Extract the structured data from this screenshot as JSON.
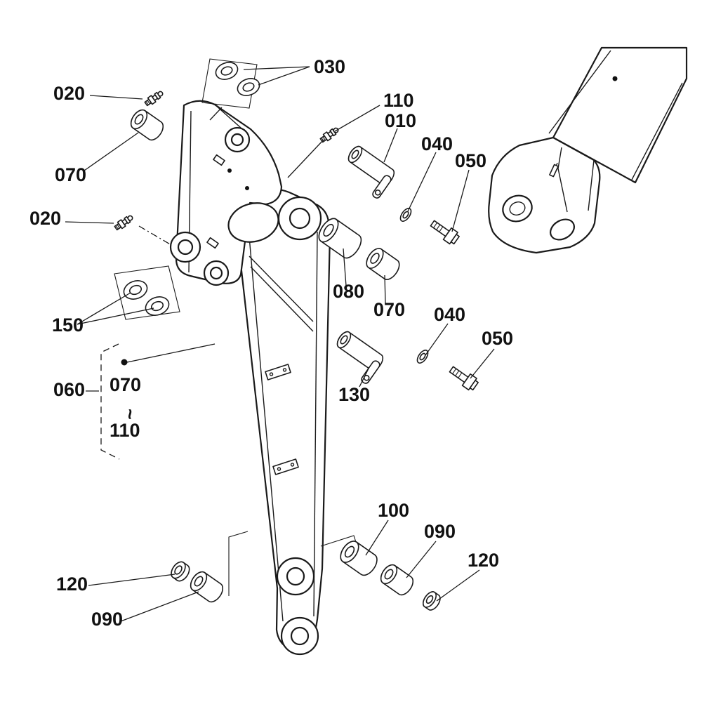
{
  "diagram": {
    "callouts": [
      {
        "part_no": "030"
      },
      {
        "part_no": "020"
      },
      {
        "part_no": "070"
      },
      {
        "part_no": "110"
      },
      {
        "part_no": "010"
      },
      {
        "part_no": "040"
      },
      {
        "part_no": "050"
      },
      {
        "part_no": "020"
      },
      {
        "part_no": "150"
      },
      {
        "part_no": "080"
      },
      {
        "part_no": "070"
      },
      {
        "part_no": "040"
      },
      {
        "part_no": "050"
      },
      {
        "part_no": "130"
      },
      {
        "part_no": "060"
      },
      {
        "part_no": "070"
      },
      {
        "part_no": "~"
      },
      {
        "part_no": "110"
      },
      {
        "part_no": "100"
      },
      {
        "part_no": "090"
      },
      {
        "part_no": "120"
      },
      {
        "part_no": "120"
      },
      {
        "part_no": "090"
      }
    ]
  }
}
